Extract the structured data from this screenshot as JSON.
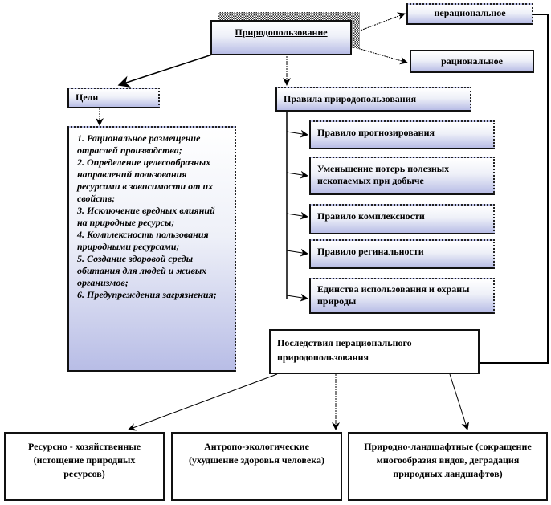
{
  "root": "Природопользование",
  "types": {
    "irrational": "нерациональное",
    "rational": "рациональное"
  },
  "goals": {
    "title": "Цели",
    "items": [
      "1. Рациональное размещение отраслей производства;",
      "2. Определение целесообразных направлений пользования ресурсами в зависимости от их свойств;",
      "3. Исключение вредных влияний на природные ресурсы;",
      "4. Комплексность пользования природными ресурсами;",
      "5. Создание здоровой среды обитания для людей и живых организмов;",
      "6. Предупреждения загрязнения;"
    ]
  },
  "rules": {
    "title": "Правила природопользования",
    "items": [
      "Правило прогнозирования",
      "Уменьшение потерь полезных ископаемых при добыче",
      "Правило комплексности",
      "Правило регинальности",
      "Единства использования и охраны природы"
    ]
  },
  "consequences": {
    "title": "Последствия нерационального природопользования",
    "items": [
      "Ресурсно - хозяйственные (истощение природных ресурсов)",
      "Антропо-экологические (ухудшение здоровья человека)",
      "Природно-ландшафтные (сокращение многообразия видов, деградация природных ландшафтов)"
    ]
  }
}
